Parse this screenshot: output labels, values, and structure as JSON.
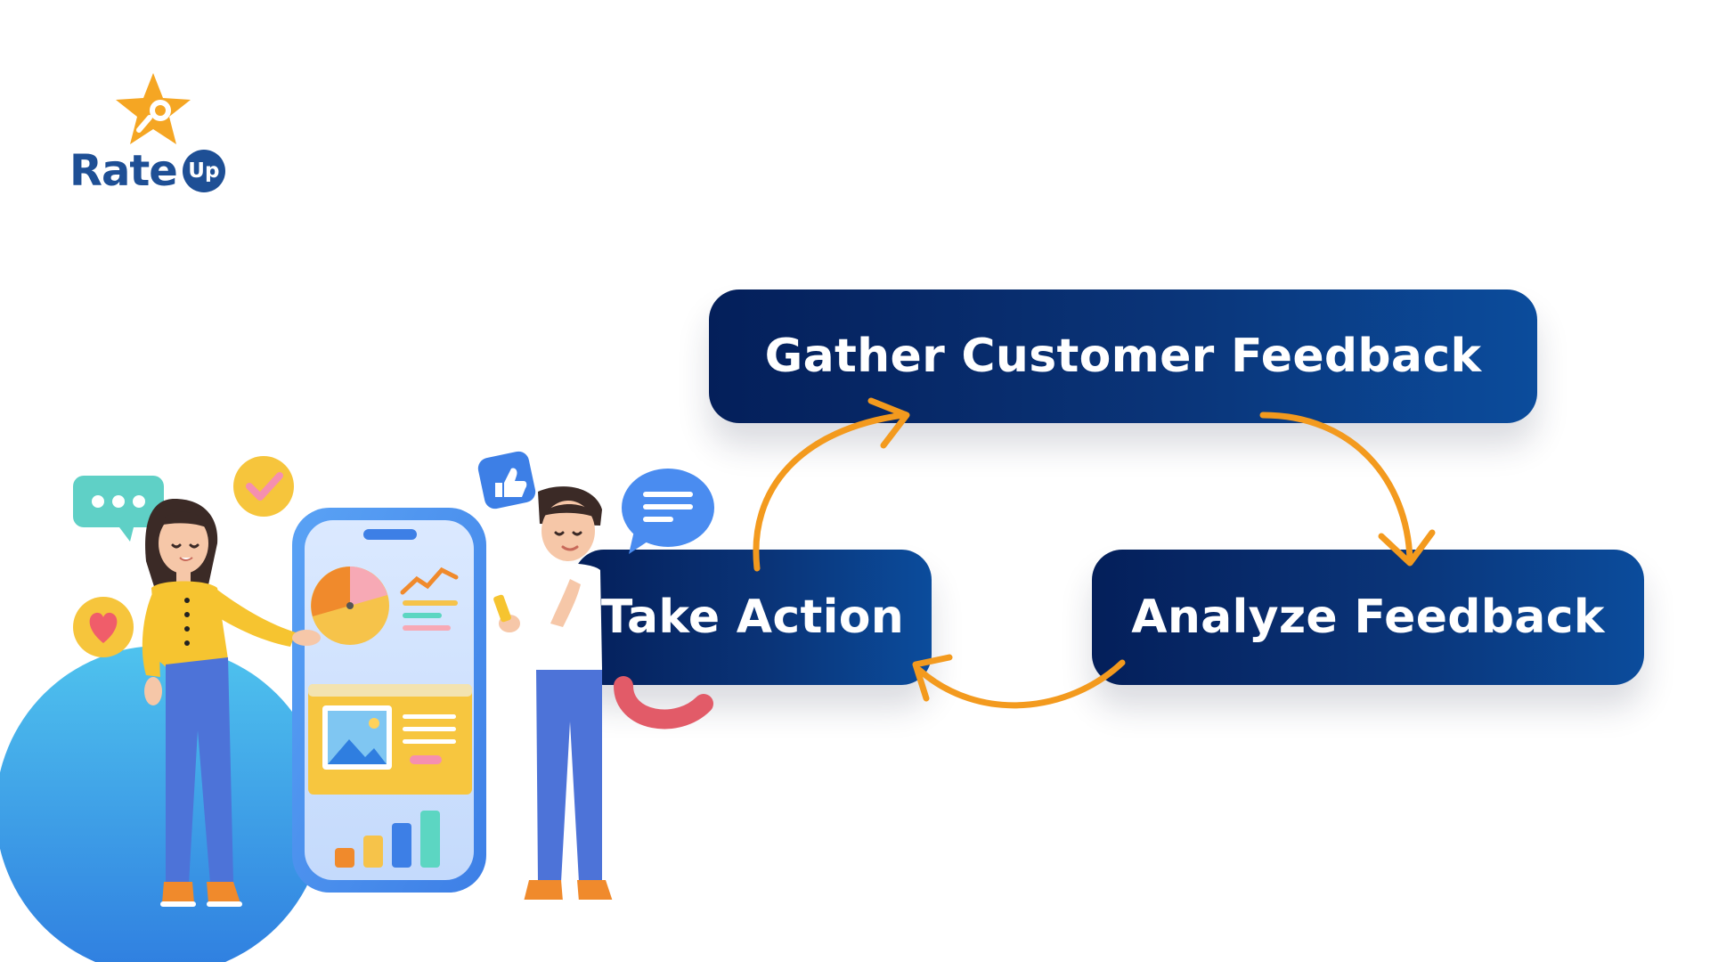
{
  "logo": {
    "word": "Rate",
    "badge": "Up"
  },
  "cycle": {
    "steps": [
      {
        "label": "Gather Customer Feedback"
      },
      {
        "label": "Analyze Feedback"
      },
      {
        "label": "Take Action"
      }
    ]
  },
  "colors": {
    "box_dark": "#041f5a",
    "box_light": "#0b4c9c",
    "arrow": "#f39a1e",
    "logo_blue": "#1e4f95",
    "logo_star": "#f5a623"
  },
  "icons": [
    "star-icon",
    "chat-bubble-icon",
    "check-icon",
    "thumbs-up-icon",
    "heart-icon",
    "message-lines-icon",
    "magnet-icon"
  ]
}
